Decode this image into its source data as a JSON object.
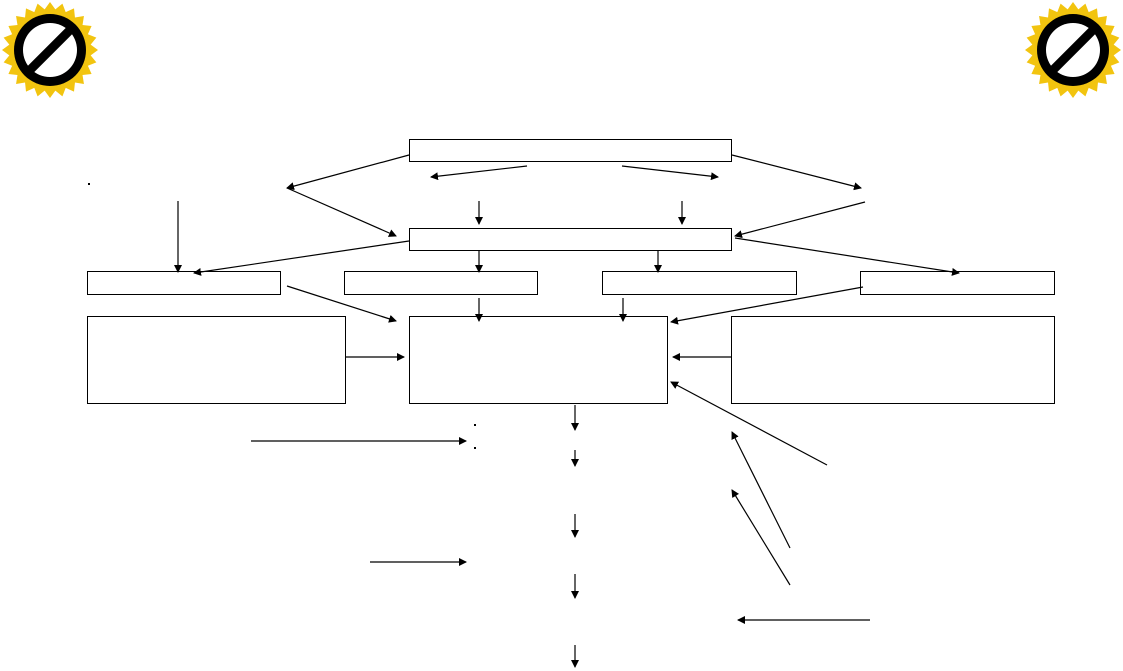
{
  "logos": [
    {
      "name": "prohibition-badge-left",
      "icon": "no-entry-sign-icon",
      "ring_color": "#f2c40f",
      "symbol_color": "#000000",
      "fill_color": "#ffffff"
    },
    {
      "name": "prohibition-badge-right",
      "icon": "no-entry-sign-icon",
      "ring_color": "#f2c40f",
      "symbol_color": "#000000",
      "fill_color": "#ffffff"
    }
  ],
  "diagram": {
    "line_color": "#000000",
    "background": "#ffffff",
    "boxes": [
      {
        "name": "top-box",
        "text": ""
      },
      {
        "name": "second-box",
        "text": ""
      },
      {
        "name": "row-box-1",
        "text": ""
      },
      {
        "name": "row-box-2",
        "text": ""
      },
      {
        "name": "row-box-3",
        "text": ""
      },
      {
        "name": "row-box-4",
        "text": ""
      },
      {
        "name": "left-large-box",
        "text": ""
      },
      {
        "name": "center-large-box",
        "text": ""
      },
      {
        "name": "right-large-box",
        "text": ""
      }
    ]
  }
}
